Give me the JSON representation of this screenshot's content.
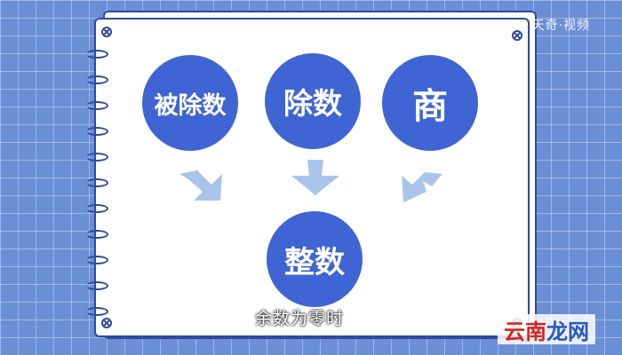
{
  "watermark": "天奇·视频",
  "circles": {
    "dividend": "被除数",
    "divisor": "除数",
    "quotient": "商",
    "integer": "整数"
  },
  "caption": "余数为零时",
  "logo": {
    "part1": "云南",
    "part2": "龙网"
  },
  "colors": {
    "circle": "#3e65d3",
    "arrow": "#a8c4ea",
    "background": "#6b8fd6",
    "border": "#2f4b9a"
  }
}
